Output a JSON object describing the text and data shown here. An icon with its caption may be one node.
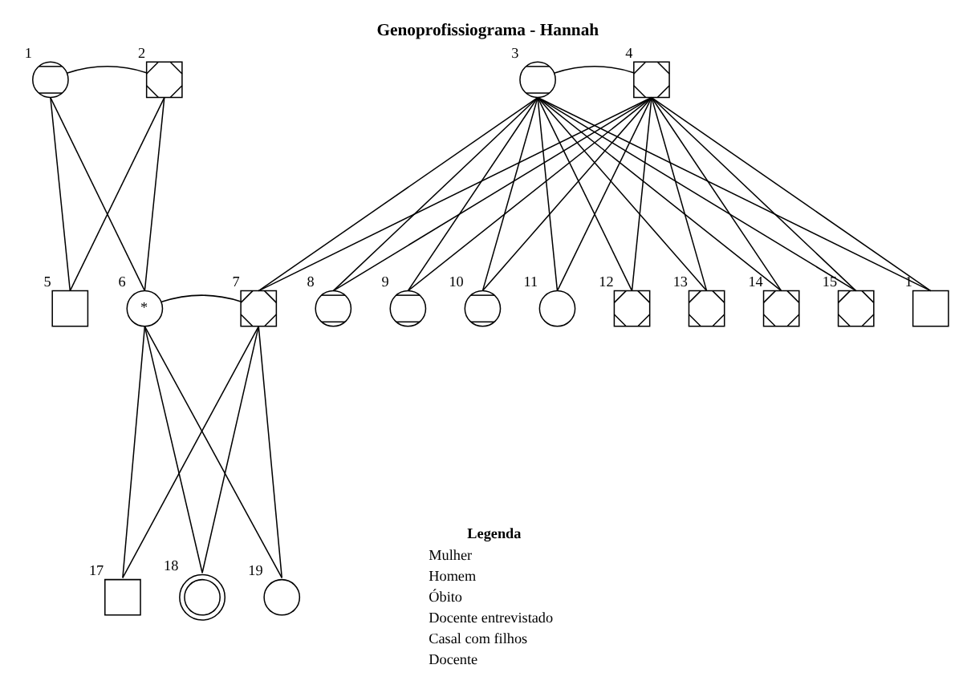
{
  "diagram": {
    "title": "Genoprofissiograma - Hannah",
    "nodes": [
      {
        "text": [],
        "shape": "xcircle",
        "beside": [
          "1"
        ]
      },
      {
        "text": [],
        "shape": "xbox",
        "beside": [
          "2"
        ]
      },
      {
        "text": [],
        "shape": "xcircle",
        "beside": [
          "3"
        ]
      },
      {
        "text": [],
        "shape": "xbox",
        "beside": [
          "4"
        ]
      },
      {
        "text": [],
        "shape": "box",
        "beside": [
          "5"
        ]
      },
      {
        "text": [
          "*"
        ],
        "beside": [
          "6"
        ]
      },
      {
        "text": [],
        "shape": "xbox",
        "beside": [
          "7"
        ]
      },
      {
        "text": [],
        "shape": "xcircle",
        "beside": [
          "8"
        ]
      },
      {
        "text": [],
        "shape": "xcircle",
        "beside": [
          "9"
        ]
      },
      {
        "text": [],
        "shape": "xcircle",
        "beside": [
          "10"
        ]
      },
      {
        "text": [],
        "shape": "circle",
        "beside": [
          "11"
        ]
      },
      {
        "text": [],
        "shape": "xbox",
        "beside": [
          "12"
        ]
      },
      {
        "text": [],
        "shape": "xbox",
        "beside": [
          "13"
        ]
      },
      {
        "text": [],
        "shape": "xbox",
        "beside": [
          "14"
        ]
      },
      {
        "text": [],
        "shape": "xbox",
        "beside": [
          "15"
        ]
      },
      {
        "text": [],
        "shape": "box",
        "beside": [
          "1"
        ]
      },
      {
        "text": [],
        "shape": "box",
        "beside": [
          "17"
        ]
      },
      {
        "text": [],
        "shape": "doublecircle",
        "beside": [
          "18"
        ]
      },
      {
        "text": [],
        "shape": "circle",
        "beside": [
          "19"
        ]
      }
    ],
    "edges": [
      {
        "from": 0,
        "to": 1,
        "arrow": "none"
      },
      {
        "from": 0,
        "to": 4,
        "arrow": "none"
      },
      {
        "from": 1,
        "to": 4,
        "arrow": "none"
      },
      {
        "from": 0,
        "to": 5,
        "arrow": "none"
      },
      {
        "from": 1,
        "to": 5,
        "arrow": "none"
      },
      {
        "from": 2,
        "to": 3,
        "arrow": "none"
      },
      {
        "from": 2,
        "to": 6,
        "arrow": "none"
      },
      {
        "from": 3,
        "to": 6,
        "arrow": "none"
      },
      {
        "from": 2,
        "to": 7,
        "arrow": "none"
      },
      {
        "from": 3,
        "to": 7,
        "arrow": "none"
      },
      {
        "from": 2,
        "to": 8,
        "arrow": "none"
      },
      {
        "from": 3,
        "to": 8,
        "arrow": "none"
      },
      {
        "from": 2,
        "to": 9,
        "arrow": "none"
      },
      {
        "from": 3,
        "to": 9,
        "arrow": "none"
      },
      {
        "from": 2,
        "to": 10,
        "arrow": "none"
      },
      {
        "from": 3,
        "to": 10,
        "arrow": "none"
      },
      {
        "from": 2,
        "to": 11,
        "arrow": "none"
      },
      {
        "from": 3,
        "to": 11,
        "arrow": "none"
      },
      {
        "from": 2,
        "to": 12,
        "arrow": "none"
      },
      {
        "from": 3,
        "to": 12,
        "arrow": "none"
      },
      {
        "from": 2,
        "to": 13,
        "arrow": "none"
      },
      {
        "from": 3,
        "to": 13,
        "arrow": "none"
      },
      {
        "from": 2,
        "to": 14,
        "arrow": "none"
      },
      {
        "from": 3,
        "to": 14,
        "arrow": "none"
      },
      {
        "from": 2,
        "to": 15,
        "arrow": "none"
      },
      {
        "from": 3,
        "to": 15,
        "arrow": "none"
      },
      {
        "from": 5,
        "to": 6,
        "arrow": "none"
      },
      {
        "from": 5,
        "to": 16,
        "arrow": "none"
      },
      {
        "from": 6,
        "to": 16,
        "arrow": "none"
      },
      {
        "from": 5,
        "to": 17,
        "arrow": "none"
      },
      {
        "from": 6,
        "to": 17,
        "arrow": "none"
      },
      {
        "from": 5,
        "to": 18,
        "arrow": "none"
      },
      {
        "from": 6,
        "to": 18,
        "arrow": "none"
      }
    ],
    "labels": [
      "Legenda"
    ],
    "legend": [
      {
        "text": "Mulher"
      },
      {
        "text": "Homem"
      },
      {
        "text": "Óbito"
      },
      {
        "text": "Docente entrevistado"
      },
      {
        "text": "Casal com filhos"
      },
      {
        "text": "Docente"
      }
    ]
  }
}
